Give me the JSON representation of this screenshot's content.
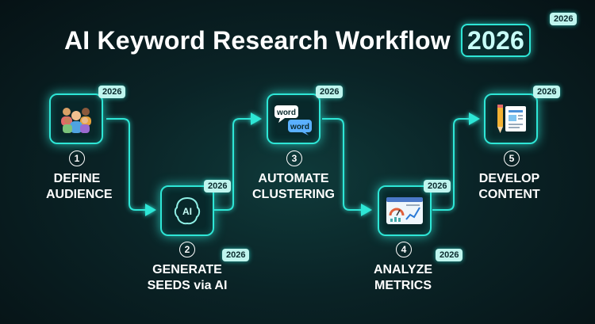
{
  "title": {
    "main": "AI Keyword Research Workflow",
    "year": "2026"
  },
  "badges": [
    "2026",
    "2026",
    "2026",
    "2026",
    "2026",
    "2026",
    "2026",
    "2026",
    "2026"
  ],
  "steps": [
    {
      "number": "1",
      "line1": "DEFINE",
      "line2": "AUDIENCE",
      "icon": "audience-group-icon"
    },
    {
      "number": "2",
      "line1": "GENERATE",
      "line2": "SEEDS via AI",
      "icon": "ai-brain-icon"
    },
    {
      "number": "3",
      "line1": "AUTOMATE",
      "line2": "CLUSTERING",
      "icon": "word-bubbles-icon"
    },
    {
      "number": "4",
      "line1": "ANALYZE",
      "line2": "METRICS",
      "icon": "analytics-dashboard-icon"
    },
    {
      "number": "5",
      "line1": "DEVELOP",
      "line2": "CONTENT",
      "icon": "document-pencil-icon"
    }
  ],
  "icon_text": {
    "ai": "AI",
    "word1": "word",
    "word2": "word"
  },
  "colors": {
    "accent": "#2ee6d6",
    "badge_bg": "#bff5ee",
    "background": "#0a2326"
  }
}
